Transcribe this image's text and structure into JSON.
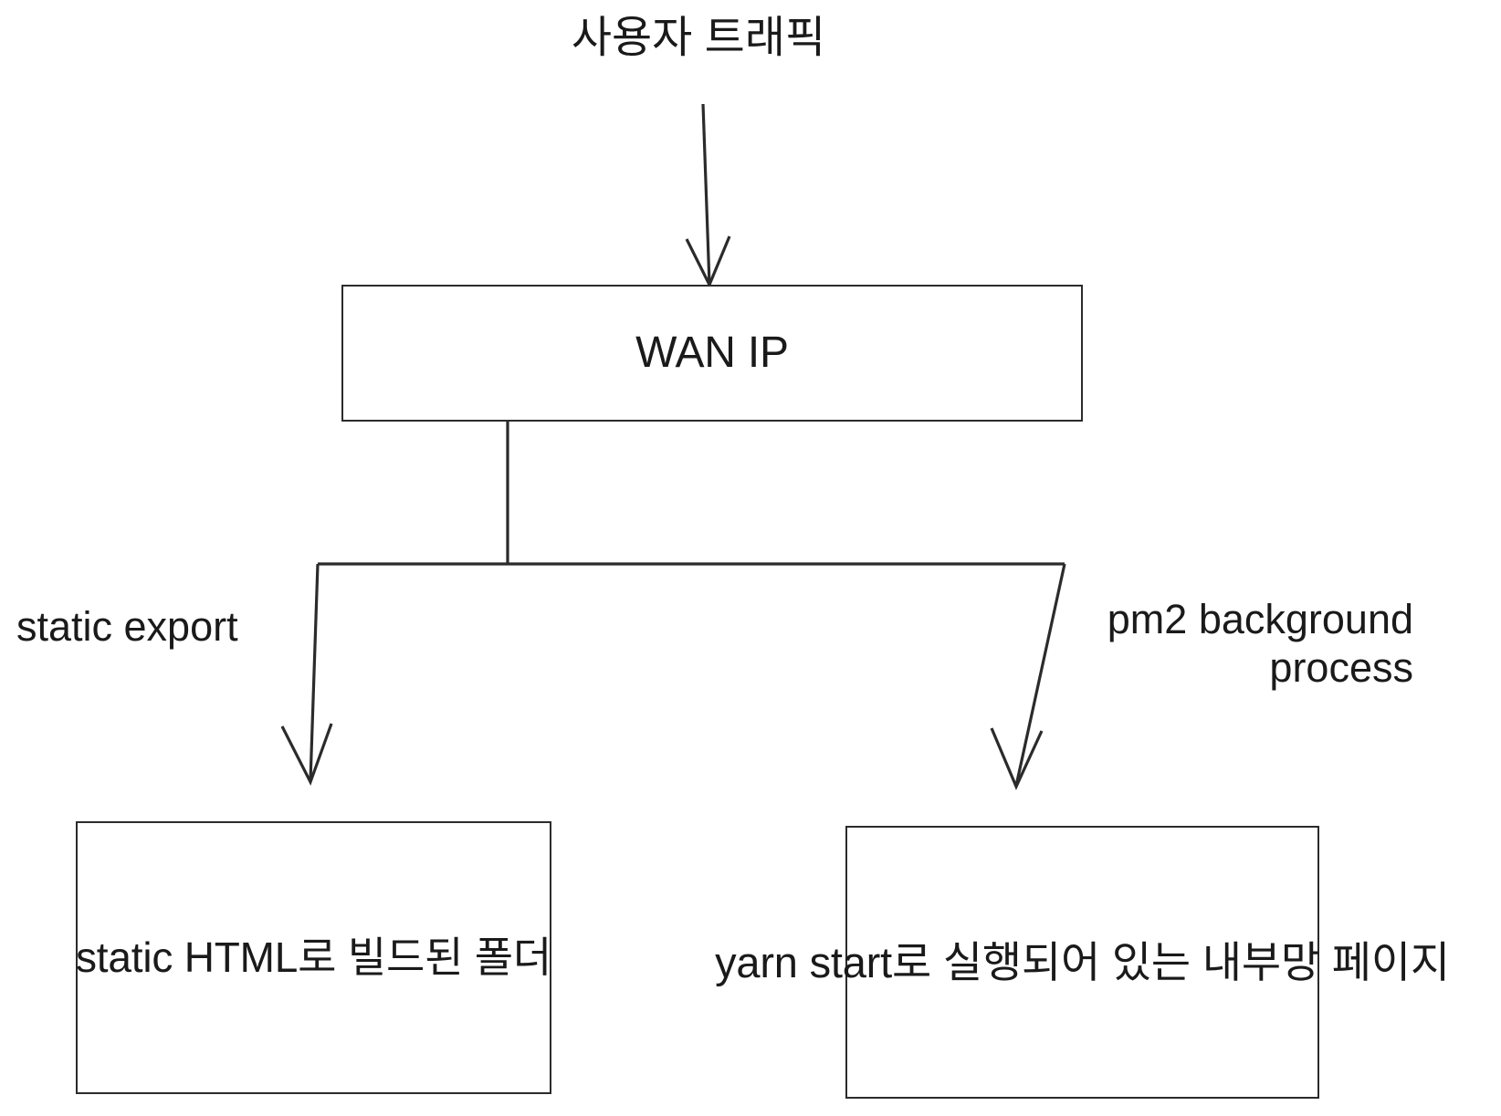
{
  "diagram": {
    "title": "WAN IP traffic routing diagram",
    "background_color": "#ffffff",
    "stroke_color": "#2b2b2b",
    "text_color": "#1a1a1a",
    "source_label": "사용자 트래픽",
    "nodes": [
      {
        "id": "wan-ip",
        "label": "WAN IP",
        "shape": "rectangle"
      },
      {
        "id": "static-folder",
        "label": "static HTML로\n빌드된 폴더",
        "shape": "rectangle"
      },
      {
        "id": "internal-page",
        "label": "yarn start로 실행되어\n있는 내부망 페이지",
        "shape": "rectangle"
      }
    ],
    "edges": [
      {
        "id": "traffic-to-wan",
        "from": "사용자 트래픽",
        "to": "WAN IP",
        "label": ""
      },
      {
        "id": "wan-to-static",
        "from": "WAN IP",
        "to": "static HTML로 빌드된 폴더",
        "label": "static export"
      },
      {
        "id": "wan-to-internal",
        "from": "WAN IP",
        "to": "yarn start로 실행되어 있는 내부망 페이지",
        "label": "pm2 background\nprocess"
      }
    ]
  }
}
